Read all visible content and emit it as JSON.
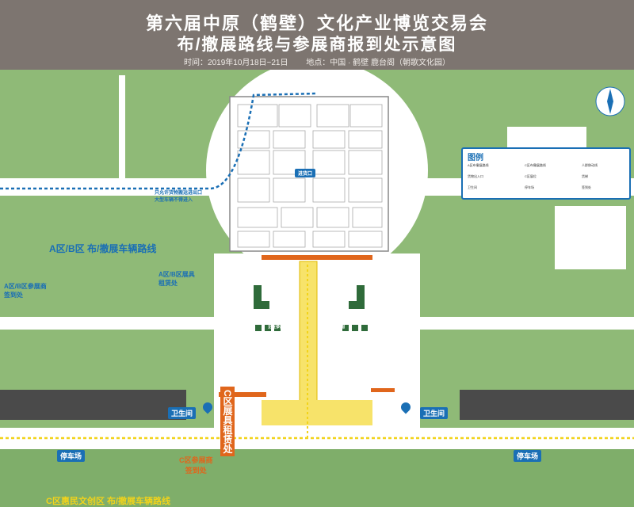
{
  "header": {
    "title_line1": "第六届中原（鹤壁）文化产业博览交易会",
    "title_line2": "布/撤展路线与参展商报到处示意图",
    "time_label": "时间：2019年10月18日~21日",
    "location_label": "地点：中国 · 鹤壁 鹿台阁（朝歌文化园）"
  },
  "labels": {
    "route_ab": "A区/B区  布/撤展车辆路线",
    "checkin_ab": "A区/B区参展商\n签到处",
    "rental_ab": "A区/B区展具\n租赁处",
    "cargo_note": "只允许货物搬运进出口\n大型车辆不得进入",
    "exit_ab": "进货口",
    "restroom_left": "卫生间",
    "restroom_right": "卫生间",
    "parking_left": "停车场",
    "parking_right": "停车场",
    "rental_c": "C区展具租赁处",
    "checkin_c": "C区参展商\n签到处",
    "route_c": "C区惠民文创区  布/撤展车辆路线",
    "exhibitor_list": "企业参展名录",
    "service_desk": "展馆导览图"
  },
  "legend": {
    "title": "图例",
    "items": [
      "A区布撤展路线",
      "C区布撤展路线",
      "人群移动线",
      "货物出入口",
      "C区展位",
      "货梯",
      "卫生间",
      "停车场",
      "签到处"
    ]
  },
  "colors": {
    "grass": "#7fae6a",
    "road": "#ffffff",
    "header": "#7d7570",
    "accent_blue": "#1a6fb5",
    "accent_orange": "#e0661c",
    "accent_yellow": "#f2d31a"
  }
}
